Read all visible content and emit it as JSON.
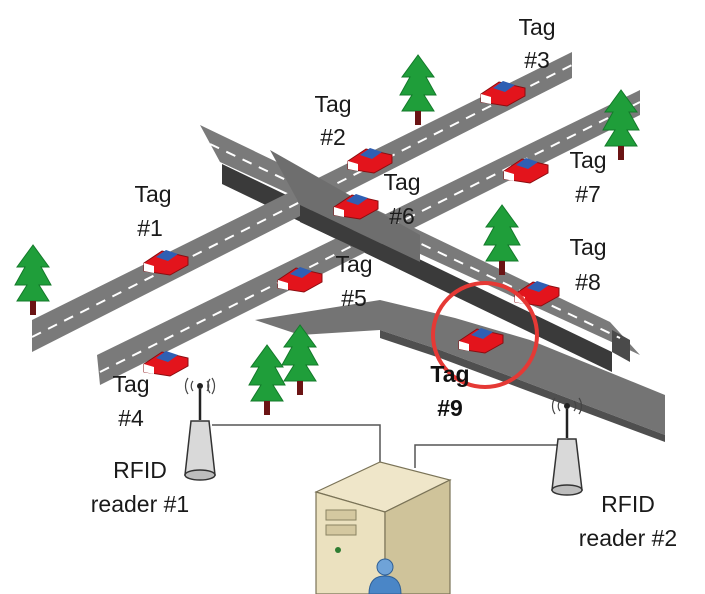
{
  "tags": [
    {
      "id": "tag1",
      "line1": "Tag",
      "line2": "#1"
    },
    {
      "id": "tag2",
      "line1": "Tag",
      "line2": "#2"
    },
    {
      "id": "tag3",
      "line1": "Tag",
      "line2": "#3"
    },
    {
      "id": "tag4",
      "line1": "Tag",
      "line2": "#4"
    },
    {
      "id": "tag5",
      "line1": "Tag",
      "line2": "#5"
    },
    {
      "id": "tag6",
      "line1": "Tag",
      "line2": "#6"
    },
    {
      "id": "tag7",
      "line1": "Tag",
      "line2": "#7"
    },
    {
      "id": "tag8",
      "line1": "Tag",
      "line2": "#8"
    },
    {
      "id": "tag9",
      "line1": "Tag",
      "line2": "#9"
    }
  ],
  "readers": [
    {
      "id": "reader1",
      "line1": "RFID",
      "line2": "reader #1"
    },
    {
      "id": "reader2",
      "line1": "RFID",
      "line2": "reader #2"
    }
  ],
  "colors": {
    "road": "#737373",
    "road_edge": "#5c5c5c",
    "road_shadow": "#3a3a3a",
    "car_body": "#e3141c",
    "car_window": "#2f5fb3",
    "tree": "#1f9e3a",
    "trunk": "#6b1414",
    "highlight": "#e53935"
  }
}
